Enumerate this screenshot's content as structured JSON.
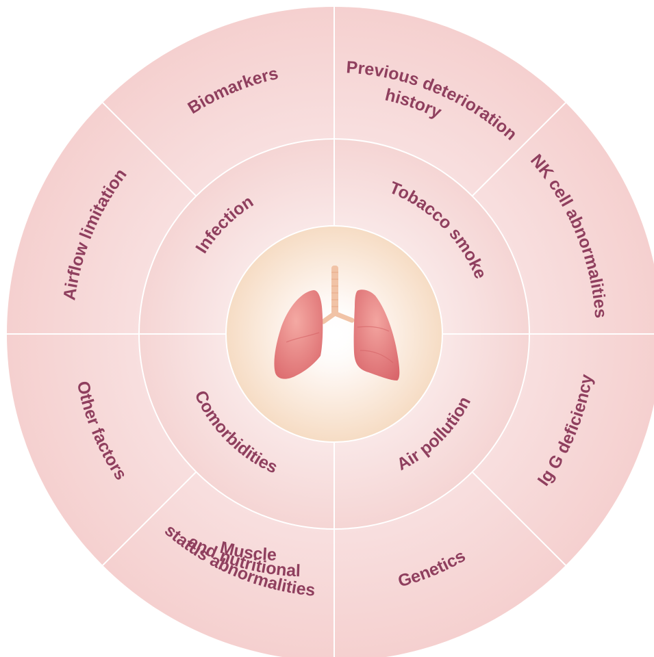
{
  "diagram": {
    "center_icon": "lungs-icon",
    "colors": {
      "outer_ring": "#f5d2d0",
      "middle_ring": "#f5d6d4",
      "center_light": "#fdf3ec",
      "center_dark": "#f6dfc8",
      "text": "#8f3f5e",
      "lung": "#e27b7b",
      "trachea": "#f1c0a3"
    },
    "inner_ring": [
      {
        "label": "Tobacco smoke"
      },
      {
        "label": "Air pollution"
      },
      {
        "label": "Comorbidities"
      },
      {
        "label": "Infection"
      }
    ],
    "outer_ring": [
      {
        "label": "Previous deterioration history"
      },
      {
        "label": "NK cell abnormalities"
      },
      {
        "label": "Ig G deficiency"
      },
      {
        "label": "Genetics"
      },
      {
        "label": "Muscle and nutritional status abnormalities"
      },
      {
        "label": "Other factors"
      },
      {
        "label": "Airflow limitation"
      },
      {
        "label": "Biomarkers"
      }
    ]
  }
}
